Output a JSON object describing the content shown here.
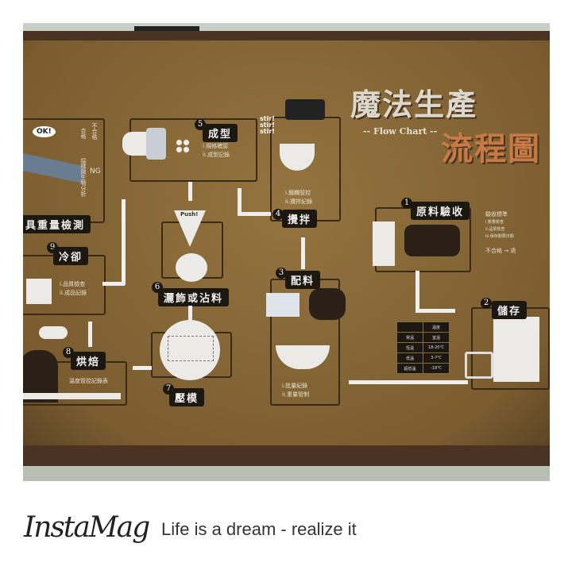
{
  "poster": {
    "title": "魔法生產",
    "subtitle": "-- Flow Chart --",
    "title2": "流程圖",
    "steps": [
      {
        "num": "1",
        "label": "原料驗收",
        "side": [
          "驗收標準",
          "i.數量檢查",
          "ii.品質檢查",
          "iii.保存期限日期"
        ],
        "reject": "不合格 → 退"
      },
      {
        "num": "2",
        "label": "儲存",
        "table": [
          [
            "",
            "溫度"
          ],
          [
            "常溫",
            "室溫"
          ],
          [
            "恆溫",
            "18-20℃"
          ],
          [
            "低溫",
            "3-7℃"
          ],
          [
            "超低溫",
            "-18℃"
          ]
        ]
      },
      {
        "num": "3",
        "label": "配料",
        "notes": [
          "i.批量紀錄",
          "ii.重量管制"
        ]
      },
      {
        "num": "4",
        "label": "攪拌",
        "notes": [
          "i.麵糰管控",
          "ii.攪拌紀錄"
        ],
        "stir": "stir! stir! stir!"
      },
      {
        "num": "5",
        "label": "成型",
        "notes": [
          "i.規格確認",
          "ii.成型記錄"
        ]
      },
      {
        "num": "6",
        "label": "灑飾或沾料",
        "push": "Push!"
      },
      {
        "num": "7",
        "label": "壓模"
      },
      {
        "num": "8",
        "label": "烘焙",
        "notes": [
          "溫度管控記錄表"
        ]
      },
      {
        "num": "9",
        "label": "冷卻",
        "notes": [
          "i.品質檢查",
          "ii.成品記錄"
        ]
      }
    ],
    "inspection": {
      "label": "具重量檢測",
      "ok": "OK!",
      "pass": "合格",
      "fail": "不合格",
      "sample": "採樣微生物分析",
      "ng": "NG"
    }
  },
  "footer": {
    "brand": "InstaMag",
    "tagline": "Life is a dream - realize it"
  },
  "colors": {
    "board": "#8a6a3a",
    "title2": "#c87a45",
    "label": "#1d1712"
  }
}
